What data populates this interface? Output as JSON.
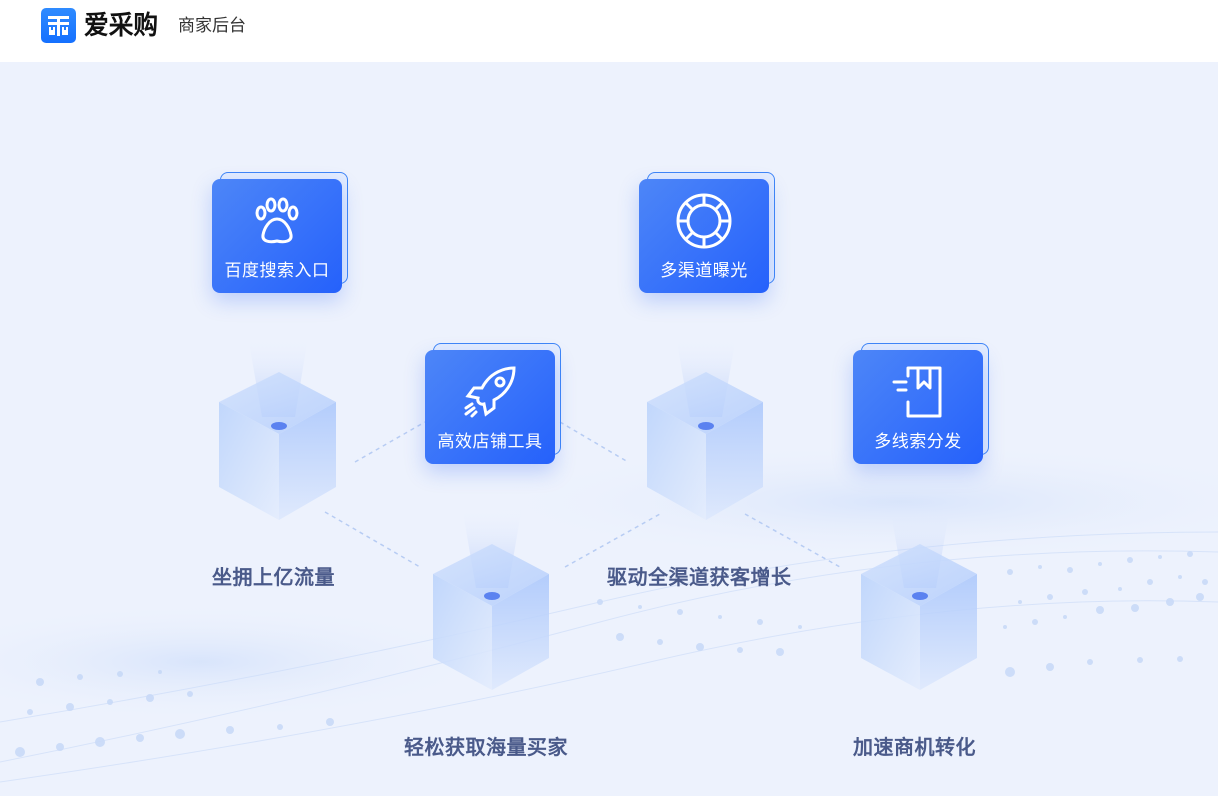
{
  "header": {
    "logo_icon": "aicaigou-logo-icon",
    "brand_name": "爱采购",
    "subtitle": "商家后台",
    "brand_color": "#1570ff"
  },
  "main": {
    "background_color": "#edf2fd",
    "cards": [
      {
        "label": "百度搜索入口",
        "icon": "paw-icon"
      },
      {
        "label": "多渠道曝光",
        "icon": "life-ring-icon"
      },
      {
        "label": "高效店铺工具",
        "icon": "rocket-icon"
      },
      {
        "label": "多线索分发",
        "icon": "bookmark-book-icon"
      }
    ],
    "features": [
      {
        "label": "坐拥上亿流量"
      },
      {
        "label": "驱动全渠道获客增长"
      },
      {
        "label": "轻松获取海量买家"
      },
      {
        "label": "加速商机转化"
      }
    ],
    "card_color": "#2561fb",
    "label_color": "#4a5a8a"
  }
}
